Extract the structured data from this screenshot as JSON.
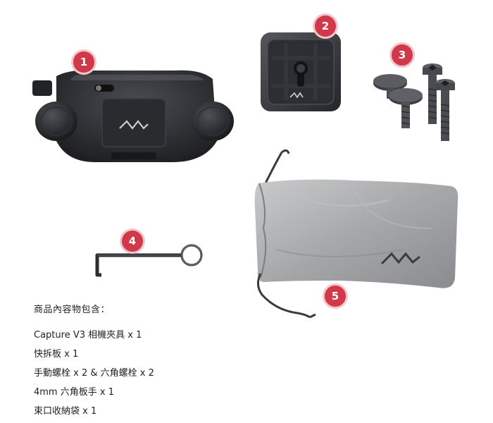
{
  "colors": {
    "badge": "#d1394a",
    "badge_ring": "#f2c6cc",
    "product_dark": "#2b2d31",
    "pouch": "#a6a7a9"
  },
  "badges": [
    "1",
    "2",
    "3",
    "4",
    "5"
  ],
  "products": [
    {
      "badge": "1",
      "icon": "camera-clip-icon"
    },
    {
      "badge": "2",
      "icon": "quick-release-plate-icon"
    },
    {
      "badge": "3",
      "icon": "screws-icon"
    },
    {
      "badge": "4",
      "icon": "hex-key-icon"
    },
    {
      "badge": "5",
      "icon": "drawstring-pouch-icon"
    }
  ],
  "contents": {
    "heading": "商品內容物包含：",
    "items": [
      "Capture V3 相機夾具 x 1",
      "快拆板 x 1",
      "手動螺栓 x 2 & 六角螺栓 x 2",
      "4mm 六角板手 x 1",
      "束口收納袋 x 1"
    ]
  }
}
